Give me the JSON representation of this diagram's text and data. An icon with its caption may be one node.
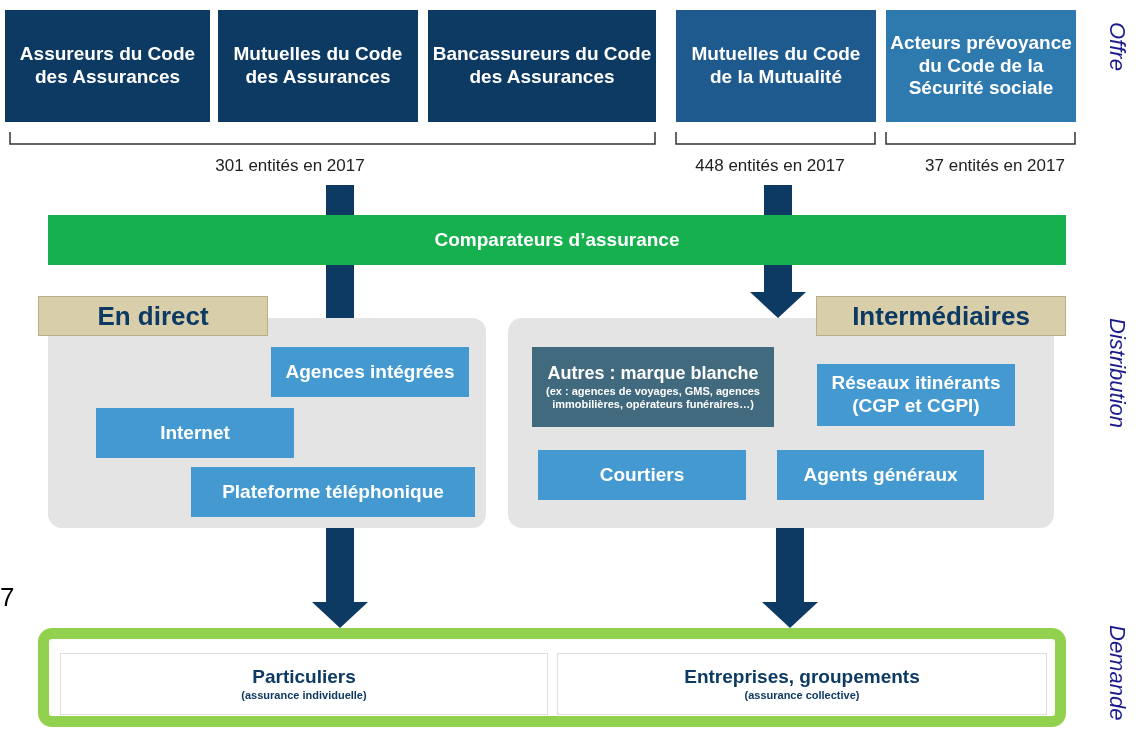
{
  "diagram": {
    "nodes": [
      {
        "text": [
          "Assureurs du Code des Assurances"
        ]
      },
      {
        "text": [
          "Mutuelles du Code des Assurances"
        ]
      },
      {
        "text": [
          "Bancassureurs du Code des Assurances"
        ]
      },
      {
        "text": [
          "Mutuelles du Code de la Mutualité"
        ]
      },
      {
        "text": [
          "Acteurs prévoyance du Code de la Sécurité sociale"
        ]
      },
      {
        "text": [
          "Comparateurs d’assurance"
        ]
      },
      {
        "text": [
          "En direct"
        ]
      },
      {
        "text": [
          "Agences intégrées"
        ],
        "in": 6
      },
      {
        "text": [
          "Internet"
        ],
        "in": 6
      },
      {
        "text": [
          "Plateforme téléphonique"
        ],
        "in": 6
      },
      {
        "text": [
          "Intermédiaires"
        ]
      },
      {
        "text": [
          "Autres : marque blanche",
          "(ex : agences de voyages, GMS, agences immobilières, opérateurs funéraires…)"
        ],
        "in": 10
      },
      {
        "text": [
          "Réseaux itinérants (CGP et CGPI)"
        ],
        "in": 10
      },
      {
        "text": [
          "Courtiers"
        ],
        "in": 10
      },
      {
        "text": [
          "Agents généraux"
        ],
        "in": 10
      },
      {
        "text": [],
        "shape": "box"
      },
      {
        "text": [
          "Particuliers",
          "(assurance individuelle)"
        ],
        "in": 15
      },
      {
        "text": [
          "Entreprises, groupements",
          "(assurance collective)"
        ],
        "in": 15
      }
    ],
    "edges": [
      {
        "from": null,
        "to": 6,
        "arrow": "none"
      },
      {
        "from": null,
        "to": 10,
        "arrow": "to"
      },
      {
        "from": 6,
        "to": 15,
        "arrow": "to"
      },
      {
        "from": 10,
        "to": 15,
        "arrow": "to"
      }
    ],
    "labels": [
      "301  entités en 2017",
      "448  entités en 2017",
      "37 entités en 2017",
      "Offre",
      "Distribution",
      "Demande",
      "7"
    ]
  }
}
